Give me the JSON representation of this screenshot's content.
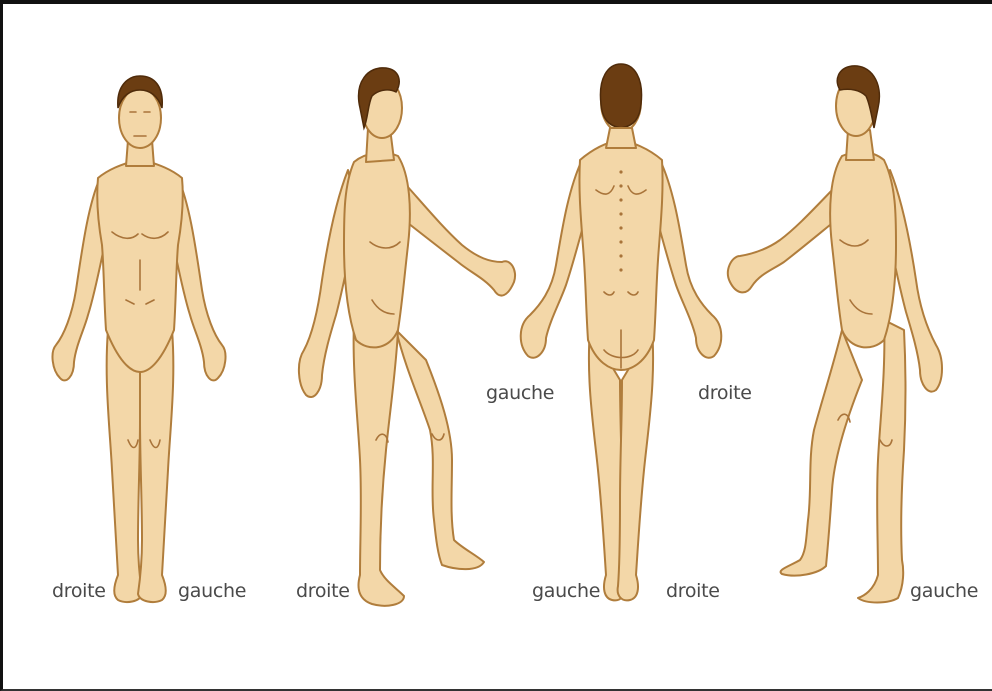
{
  "labels": {
    "front_right": "droite",
    "front_left": "gauche",
    "side_right": "droite",
    "back_left_hand": "gauche",
    "back_right_hand": "droite",
    "back_left_foot": "gauche",
    "back_right_foot": "droite",
    "side2_left": "gauche"
  },
  "colors": {
    "skin": "#f3d7a8",
    "outline": "#b07d3c",
    "hair": "#6b3d12",
    "label_text": "#4a4a4a"
  },
  "figures": [
    "front-view",
    "left-side-view",
    "back-view",
    "right-side-view"
  ]
}
